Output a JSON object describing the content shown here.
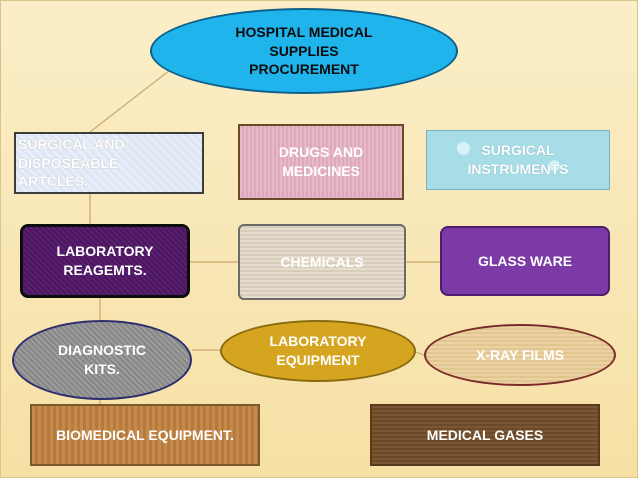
{
  "diagram": {
    "root": [
      "HOSPITAL MEDICAL",
      "SUPPLIES",
      "PROCUREMENT"
    ],
    "row1": {
      "surgical_disposables": [
        "SURGICAL AND",
        "DISPOSEABLE",
        "ARTCLES."
      ],
      "drugs": [
        "DRUGS AND",
        "MEDICINES"
      ],
      "instruments": [
        "SURGICAL",
        "INSTRUMENTS"
      ]
    },
    "row2": {
      "lab_reagents": [
        "LABORATORY",
        "REAGEMTS."
      ],
      "chemicals": "CHEMICALS",
      "glassware": "GLASS WARE"
    },
    "row3": {
      "diagnostic_kits": [
        "DIAGNOSTIC",
        "KITS."
      ],
      "lab_equipment": [
        "LABORATORY",
        "EQUIPMENT"
      ],
      "xray": "X-RAY FILMS"
    },
    "row4": {
      "biomedical": "BIOMEDICAL EQUIPMENT.",
      "gases": "MEDICAL GASES"
    }
  }
}
